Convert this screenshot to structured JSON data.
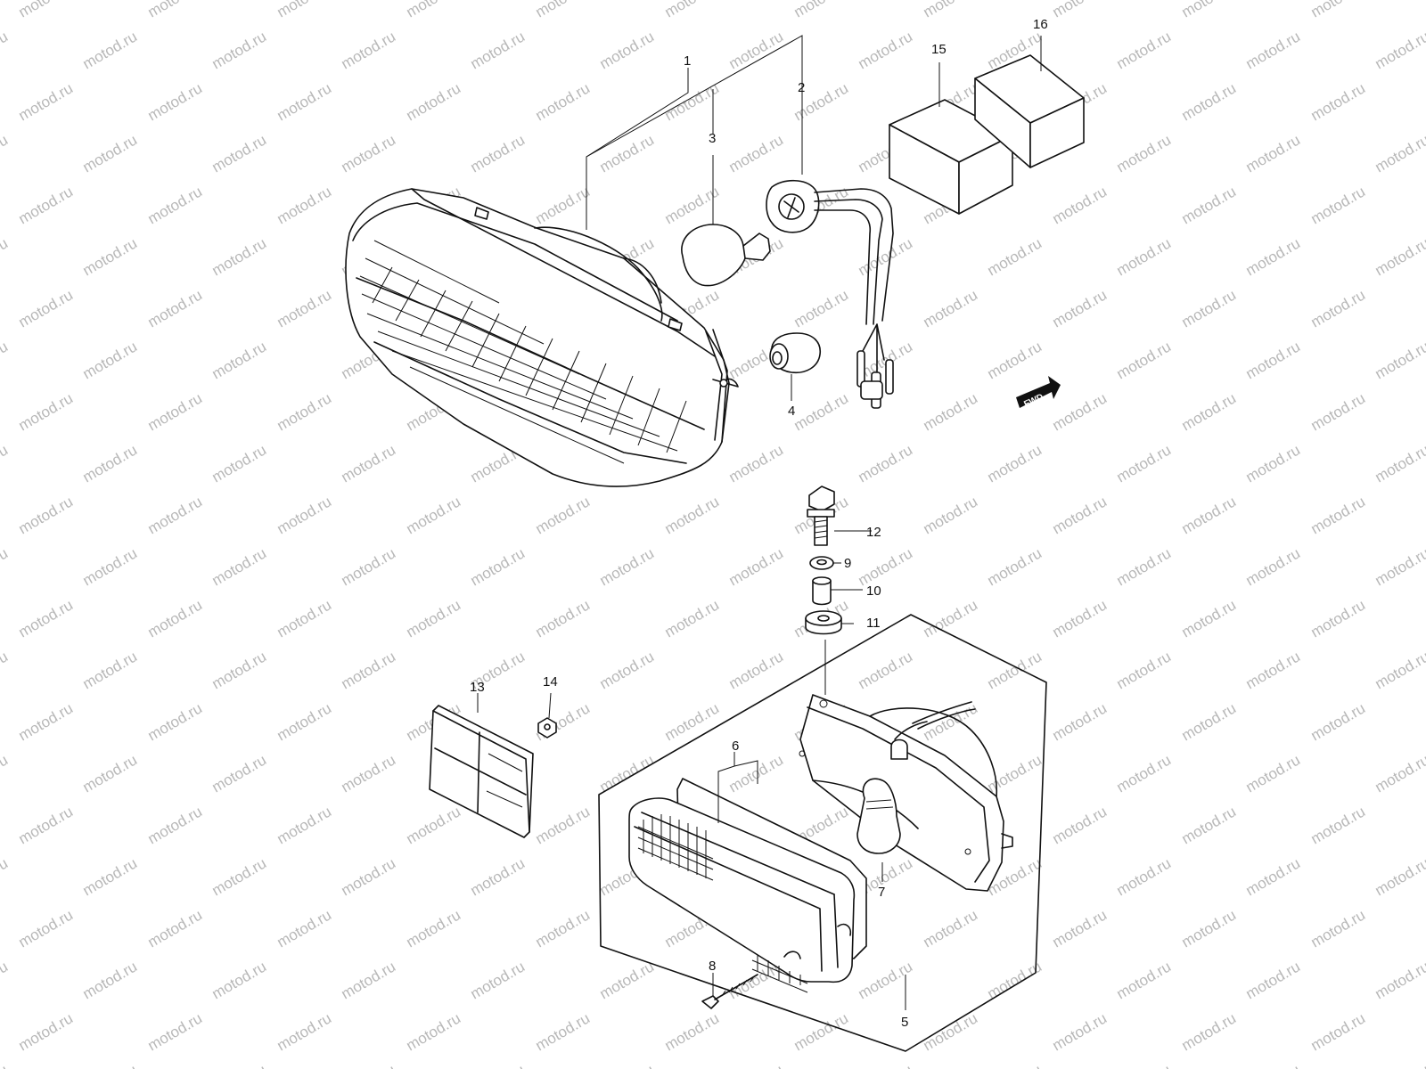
{
  "watermark": {
    "text": "motod.ru",
    "color": "#b8b8b8"
  },
  "fwd_badge": {
    "text": "FWD"
  },
  "callouts": [
    {
      "id": "1",
      "label": "1"
    },
    {
      "id": "2",
      "label": "2"
    },
    {
      "id": "3",
      "label": "3"
    },
    {
      "id": "4",
      "label": "4"
    },
    {
      "id": "5",
      "label": "5"
    },
    {
      "id": "6",
      "label": "6"
    },
    {
      "id": "7",
      "label": "7"
    },
    {
      "id": "8",
      "label": "8"
    },
    {
      "id": "9",
      "label": "9"
    },
    {
      "id": "10",
      "label": "10"
    },
    {
      "id": "11",
      "label": "11"
    },
    {
      "id": "12",
      "label": "12"
    },
    {
      "id": "13",
      "label": "13"
    },
    {
      "id": "14",
      "label": "14"
    },
    {
      "id": "15",
      "label": "15"
    },
    {
      "id": "16",
      "label": "16"
    }
  ]
}
